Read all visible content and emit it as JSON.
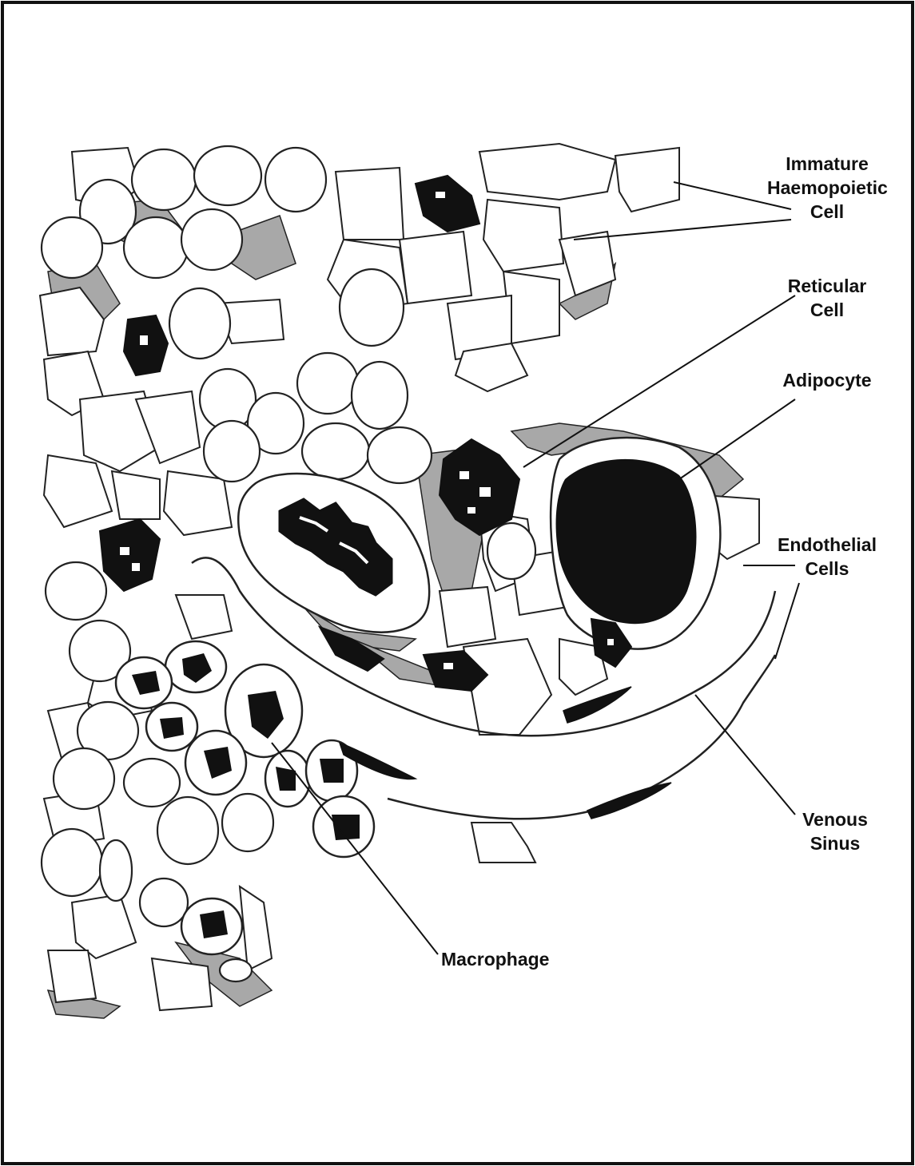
{
  "labels": {
    "immature": [
      "Immature",
      "Haemopoietic",
      "Cell"
    ],
    "reticular": [
      "Reticular",
      "Cell"
    ],
    "adipocyte": [
      "Adipocyte"
    ],
    "endothelial": [
      "Endothelial",
      "Cells"
    ],
    "venous": [
      "Venous",
      "Sinus"
    ],
    "macrophage": [
      "Macrophage"
    ]
  },
  "colors": {
    "ink": "#111111",
    "stroma": "#a8a8a8",
    "fill": "#ffffff",
    "nucleus": "#111111"
  }
}
